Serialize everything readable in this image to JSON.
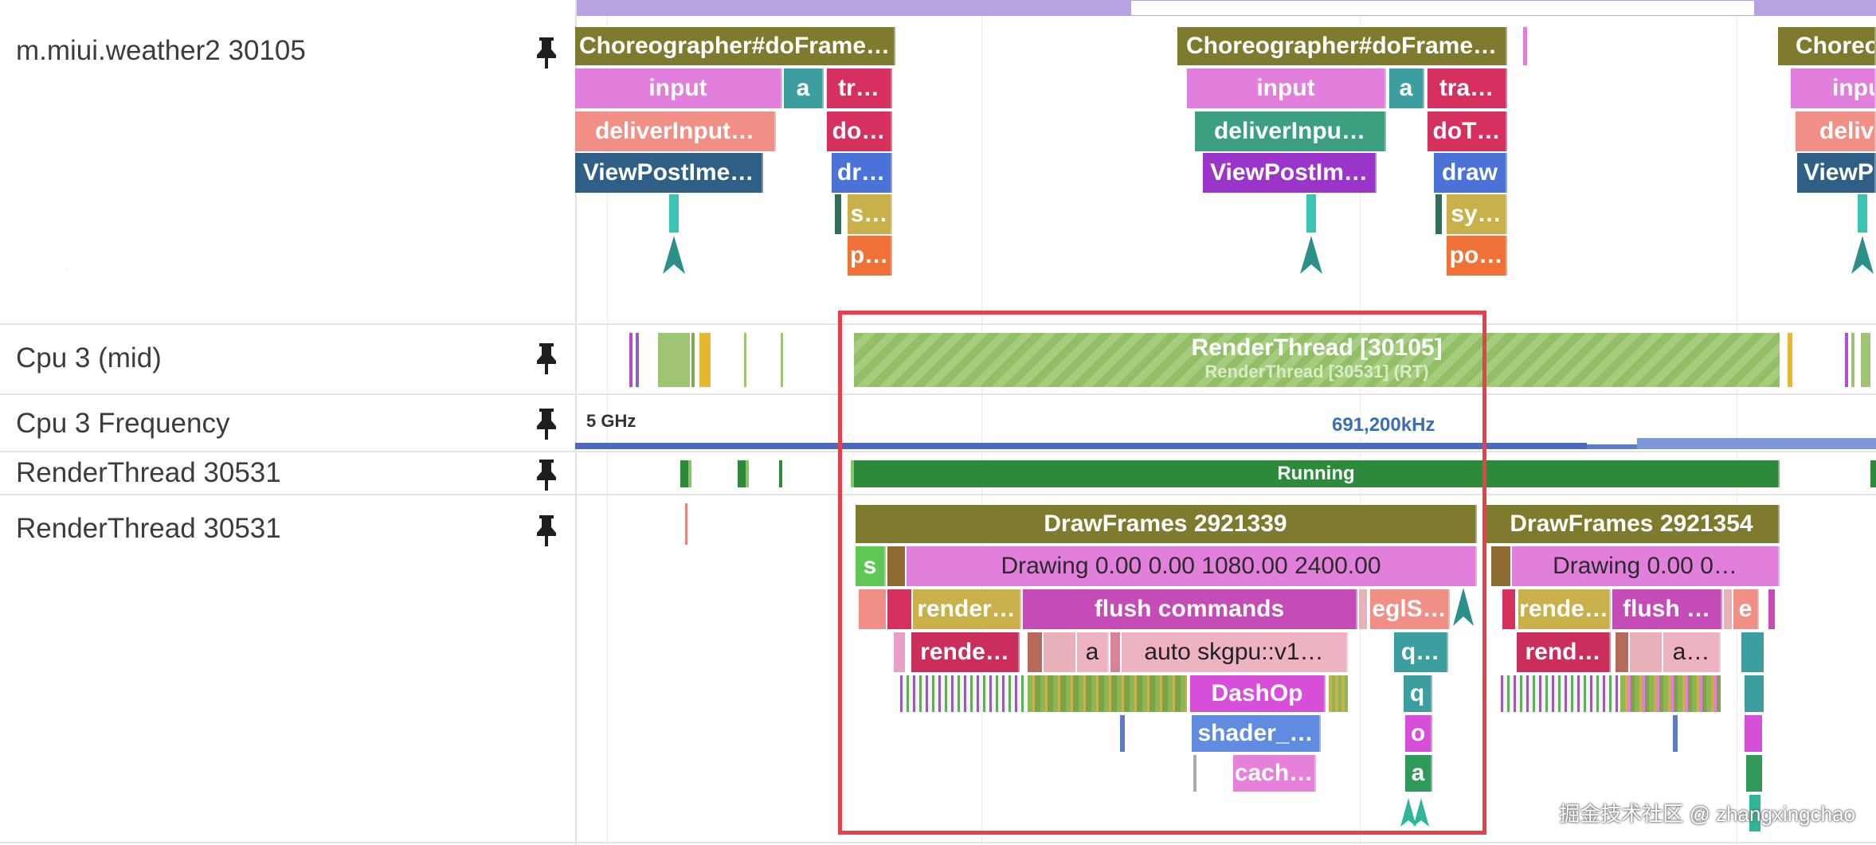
{
  "tracks": {
    "process": "m.miui.weather2 30105",
    "cpu": "Cpu 3 (mid)",
    "cpu_freq": "Cpu 3 Frequency",
    "render_state": "RenderThread 30531",
    "render_slices": "RenderThread 30531"
  },
  "freq": {
    "max_label": "5 GHz",
    "value": "691,200kHz"
  },
  "cpu_slice": {
    "title": "RenderThread [30105]",
    "subtitle": "RenderThread [30531] (RT)"
  },
  "running_label": "Running",
  "frame1": {
    "choreographer": "Choreographer#doFrame…",
    "input": "input",
    "a": "a",
    "tr": "tr…",
    "deliver": "deliverInput…",
    "do": "do…",
    "viewpost": "ViewPostIme…",
    "dr": "dr…",
    "s": "s…",
    "p": "p…"
  },
  "frame2": {
    "choreographer": "Choreographer#doFrame…",
    "input": "input",
    "a": "a",
    "tra": "tra…",
    "deliver": "deliverInpu…",
    "doT": "doT…",
    "viewpost": "ViewPostIm…",
    "draw": "draw",
    "sy": "sy…",
    "po": "po…"
  },
  "frame3": {
    "choreographer": "Choreo",
    "input": "inpu",
    "deliver": "delive",
    "viewpost": "ViewPo"
  },
  "draw1": {
    "drawframes": "DrawFrames 2921339",
    "s": "s",
    "drawing": "Drawing  0.00  0.00 1080.00 2400.00",
    "render": "render…",
    "flush": "flush commands",
    "egl": "eglS…",
    "rende": "rende…",
    "a": "a",
    "auto": "auto skgpu::v1…",
    "q1": "q…",
    "dashop": "DashOp",
    "q2": "q",
    "shader": "shader_…",
    "o": "o",
    "cach": "cach…",
    "a2": "a"
  },
  "draw2": {
    "drawframes": "DrawFrames 2921354",
    "drawing": "Drawing  0.00  0…",
    "rende": "rende…",
    "flush": "flush …",
    "e": "e",
    "rend": "rend…",
    "a": "a…"
  },
  "footer": "掘金技术社区 @ zhangxingchao",
  "colors": {
    "choreographer": "#7f7b2e",
    "input": "#e27fdc",
    "teal": "#3d9ea0",
    "crimson": "#d6305e",
    "salmon": "#ef8f86",
    "navy": "#2f5f86",
    "blue": "#4b72d6",
    "olive": "#c9b04a",
    "orange": "#f07238",
    "green": "#2c8a3a",
    "purple": "#9b35c9",
    "rt_green": "#8dbd5f",
    "highlight": "#e8404a"
  }
}
